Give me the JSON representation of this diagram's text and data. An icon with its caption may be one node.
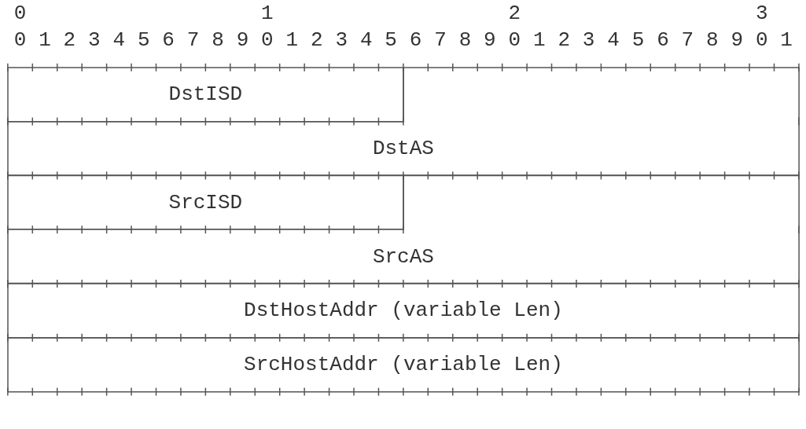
{
  "diagram": {
    "nodes": [
      {
        "text": [
          "DstISD"
        ]
      },
      {
        "text": [
          "DstAS"
        ]
      },
      {
        "text": [
          "SrcISD"
        ]
      },
      {
        "text": [
          "SrcAS"
        ]
      },
      {
        "text": [
          "DstHostAddr (variable Len)"
        ]
      },
      {
        "text": [
          "SrcHostAddr (variable Len)"
        ]
      }
    ],
    "edges": [],
    "labels": [
      "0",
      "1",
      "2",
      "3",
      "0",
      "1",
      "2",
      "3",
      "4",
      "5",
      "6",
      "7",
      "8",
      "9",
      "0",
      "1",
      "2",
      "3",
      "4",
      "5",
      "6",
      "7",
      "8",
      "9",
      "0",
      "1",
      "2",
      "3",
      "4",
      "5",
      "6",
      "7",
      "8",
      "9",
      "0",
      "1"
    ]
  }
}
